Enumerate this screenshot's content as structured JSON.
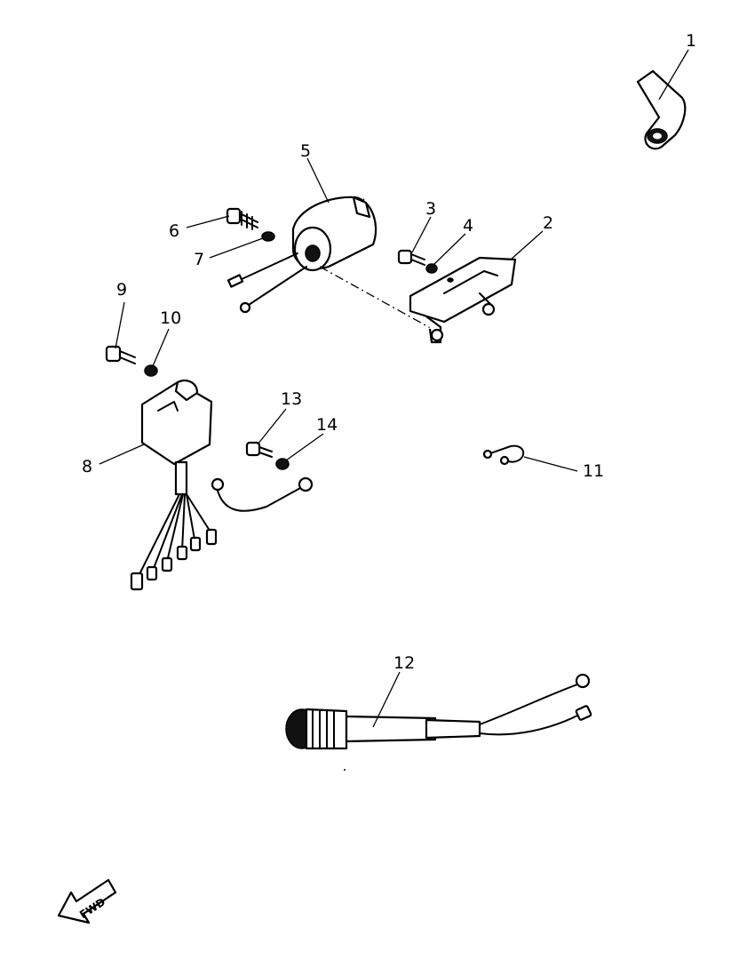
{
  "diagram": {
    "callouts": [
      {
        "id": "1",
        "label": "1"
      },
      {
        "id": "2",
        "label": "2"
      },
      {
        "id": "3",
        "label": "3"
      },
      {
        "id": "4",
        "label": "4"
      },
      {
        "id": "5",
        "label": "5"
      },
      {
        "id": "6",
        "label": "6"
      },
      {
        "id": "7",
        "label": "7"
      },
      {
        "id": "8",
        "label": "8"
      },
      {
        "id": "9",
        "label": "9"
      },
      {
        "id": "10",
        "label": "10"
      },
      {
        "id": "11",
        "label": "11"
      },
      {
        "id": "12",
        "label": "12"
      },
      {
        "id": "13",
        "label": "13"
      },
      {
        "id": "14",
        "label": "14"
      }
    ],
    "direction_badge": {
      "label": "FWD",
      "icon": "forward-arrow-icon"
    },
    "colors": {
      "ink": "#000000",
      "background": "#ffffff"
    }
  }
}
